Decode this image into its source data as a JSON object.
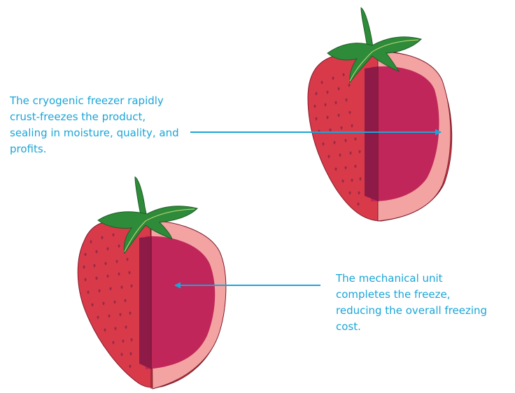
{
  "captions": {
    "cryogenic": {
      "lines": [
        "The cryogenic freezer rapidly",
        "crust-freezes the product,",
        "sealing in moisture, quality, and",
        "profits."
      ]
    },
    "mechanical": {
      "lines": [
        "The mechanical unit",
        "completes the freeze,",
        "reducing the overall freezing",
        "cost."
      ]
    }
  },
  "colors": {
    "caption_text": "#1aa5d8",
    "arrow": "#1aa5d8",
    "strawberry_skin": "#d83a4a",
    "strawberry_core": "#c0265a",
    "strawberry_core_shadow": "#8e1a47",
    "strawberry_rim": "#f4a3a3",
    "leaf": "#2e8b3a",
    "seed": "#9a2a45"
  },
  "icons": [
    "strawberry-halved-icon",
    "strawberry-halved-icon",
    "arrow-left-icon",
    "arrow-left-icon"
  ]
}
